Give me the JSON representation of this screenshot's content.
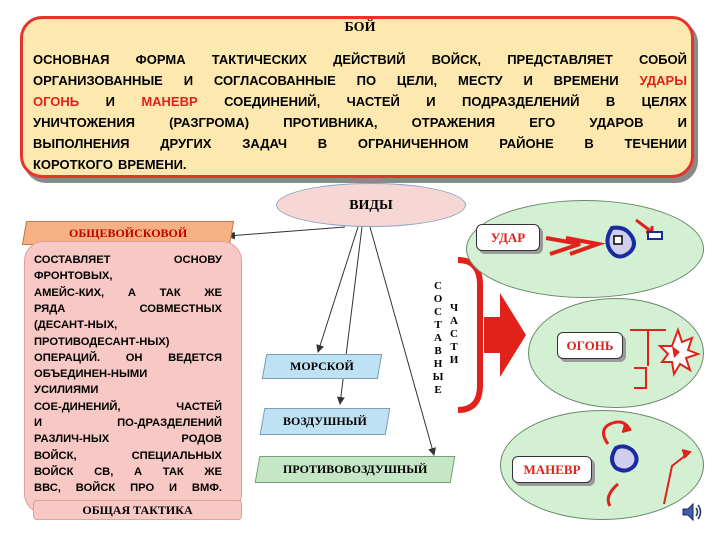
{
  "definition": {
    "title": "БОЙ",
    "lines": [
      {
        "segments": [
          {
            "text": "ОСНОВНАЯ ФОРМА ТАКТИЧЕСКИХ ДЕЙСТВИЙ ВОЙСК, ПРЕДСТАВЛЯЕТ СОБОЙ",
            "red": false
          }
        ]
      },
      {
        "segments": [
          {
            "text": "ОРГАНИЗОВАННЫЕ И СОГЛАСОВАННЫЕ ПО ЦЕЛИ, МЕСТУ И ВРЕМЕНИ ",
            "red": false
          },
          {
            "text": "УДАРЫ",
            "red": true
          }
        ]
      },
      {
        "segments": [
          {
            "text": "ОГОНЬ",
            "red": true
          },
          {
            "text": " И ",
            "red": false
          },
          {
            "text": "МАНЕВР",
            "red": true
          },
          {
            "text": " СОЕДИНЕНИЙ, ЧАСТЕЙ И ПОДРАЗДЕЛЕНИЙ В ЦЕЛЯХ",
            "red": false
          }
        ]
      },
      {
        "segments": [
          {
            "text": "УНИЧТОЖЕНИЯ (РАЗГРОМА) ПРОТИВНИКА, ОТРАЖЕНИЯ ЕГО УДАРОВ И",
            "red": false
          }
        ]
      },
      {
        "segments": [
          {
            "text": "ВЫПОЛНЕНИЯ ДРУГИХ ЗАДАЧ В ОГРАНИЧЕННОМ РАЙОНЕ В ТЕЧЕНИИ",
            "red": false
          }
        ]
      },
      {
        "segments": [
          {
            "text": "КОРОТКОГО ВРЕМЕНИ.",
            "red": false
          }
        ]
      }
    ]
  },
  "types": {
    "title": "ВИДЫ",
    "general": "ОБЩЕВОЙСКОВОЙ",
    "naval": "МОРСКОЙ",
    "air": "ВОЗДУШНЫЙ",
    "air_defense": "ПРОТИВОВОЗДУШНЫЙ"
  },
  "general_description": [
    "СОСТАВЛЯЕТ ОСНОВУ",
    "ФРОНТОВЫХ,",
    "АМЕЙС-КИХ, А ТАК ЖЕ",
    "РЯДА СОВМЕСТНЫХ",
    "(ДЕСАНТ-НЫХ,",
    "ПРОТИВОДЕСАНТ-НЫХ)",
    "ОПЕРАЦИЙ. ОН ВЕДЕТСЯ",
    "ОБЪЕДИНЕН-НЫМИ",
    "УСИЛИЯМИ",
    "СОЕ-ДИНЕНИЙ, ЧАСТЕЙ",
    "И ПО-ДРАЗДЕЛЕНИЙ",
    "РАЗЛИЧ-НЫХ РОДОВ",
    "ВОЙСК, СПЕЦИАЛЬНЫХ",
    "ВОЙСК СВ, А ТАК ЖЕ",
    "ВВС, ВОЙСК ПРО И ВМФ."
  ],
  "general_tactics": "ОБЩАЯ ТАКТИКА",
  "parts_col1": [
    "С",
    "О",
    "С",
    "Т",
    "А",
    "В",
    "Н",
    "Ы",
    "Е"
  ],
  "parts_col2": [
    "Ч",
    "А",
    "С",
    "Т",
    "И"
  ],
  "components": {
    "strike": "УДАР",
    "fire": "ОГОНЬ",
    "maneuver": "МАНЕВР"
  },
  "colors": {
    "accent_red": "#e0221b",
    "definition_bg": "#fde9b0",
    "general_bg": "#f8c8c4",
    "label_orange": "#f5b184",
    "label_green": "#c5e7c6",
    "label_blue": "#bfe1f4",
    "ellipse_green": "#d3f0d3"
  },
  "icons": [
    "speaker-icon"
  ]
}
